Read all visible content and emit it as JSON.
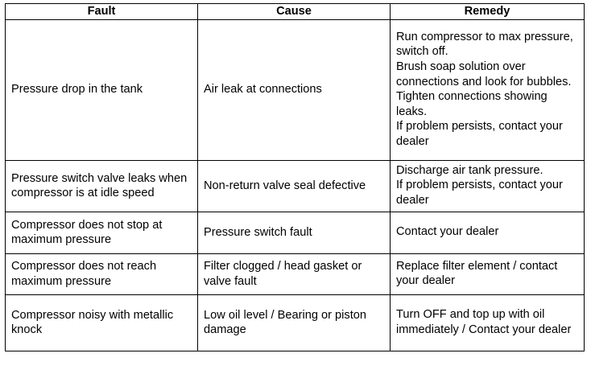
{
  "headers": {
    "fault": "Fault",
    "cause": "Cause",
    "remedy": "Remedy"
  },
  "rows": [
    {
      "fault": "Pressure drop in the tank",
      "cause": "Air leak at connections",
      "remedy": [
        "Run compressor to max pressure, switch off.",
        "Brush soap solution over connections and look for bubbles.",
        "Tighten connections showing leaks.",
        "If problem persists, contact your dealer"
      ]
    },
    {
      "fault": "Pressure switch valve leaks when compressor is at idle speed",
      "cause": "Non-return valve seal defective",
      "remedy": [
        "Discharge air tank pressure.",
        "If problem persists, contact your dealer"
      ]
    },
    {
      "fault": "Compressor does not stop at maximum pressure",
      "cause": "Pressure switch fault",
      "remedy": [
        "Contact your dealer"
      ]
    },
    {
      "fault": "Compressor does not reach maximum pressure",
      "cause": "Filter clogged / head gasket or valve fault",
      "remedy": [
        "Replace filter element / contact your dealer"
      ]
    },
    {
      "fault": "Compressor noisy with metallic knock",
      "cause": "Low oil level / Bearing or piston damage",
      "remedy": [
        "Turn OFF and top up with oil immediately / Contact your dealer"
      ]
    }
  ]
}
